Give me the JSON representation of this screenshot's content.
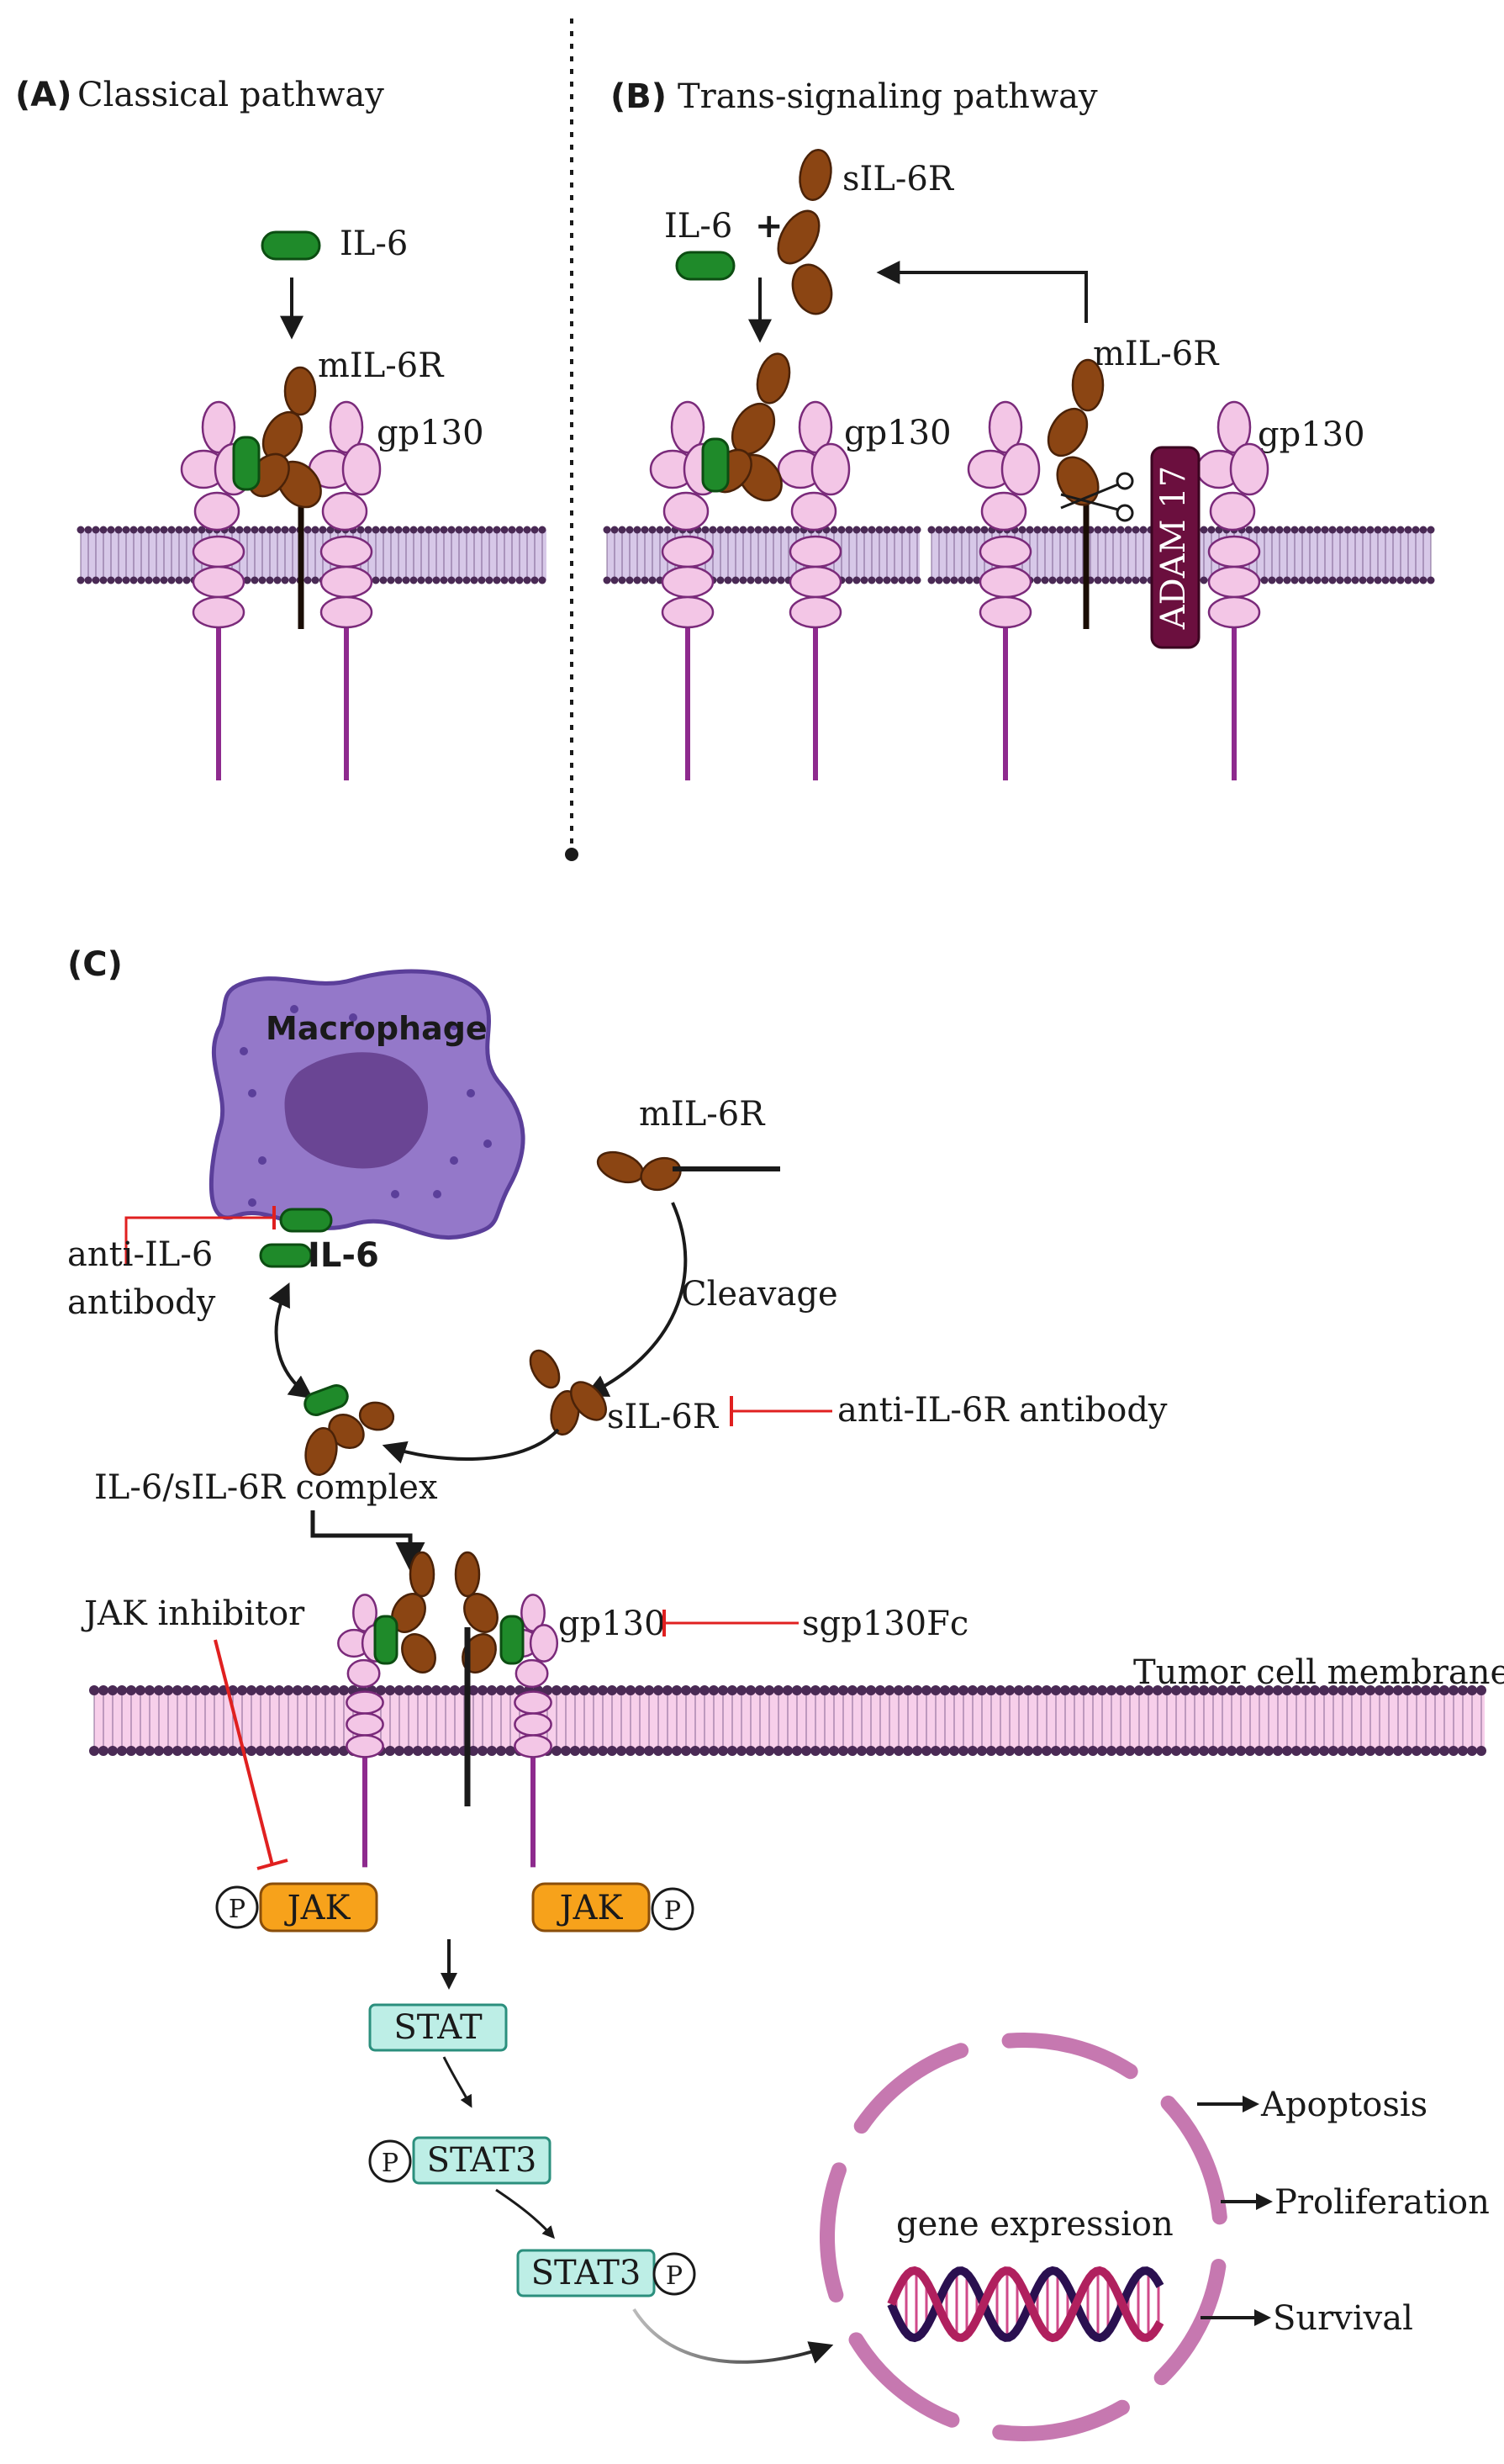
{
  "panel_a": {
    "letter": "(A)",
    "title": "Classical pathway",
    "il6": "IL-6",
    "mil6r": "mIL-6R",
    "gp130": "gp130"
  },
  "panel_b": {
    "letter": "(B)",
    "title": "Trans-signaling pathway",
    "sil6r": "sIL-6R",
    "il6": "IL-6",
    "plus": "+",
    "mil6r": "mIL-6R",
    "gp130_left": "gp130",
    "gp130_right": "gp130",
    "adam17": "ADAM 17"
  },
  "panel_c": {
    "letter": "(C)",
    "macrophage": "Macrophage",
    "mil6r": "mIL-6R",
    "cleavage": "Cleavage",
    "il6": "IL-6",
    "anti_il6_line1": "anti-IL-6",
    "anti_il6_line2": "antibody",
    "sil6r": "sIL-6R",
    "anti_il6r": "anti-IL-6R antibody",
    "complex": "IL-6/sIL-6R complex",
    "jak_inhibitor": "JAK inhibitor",
    "gp130": "gp130",
    "sgp130fc": "sgp130Fc",
    "tumor_membrane": "Tumor cell membrane",
    "jak_left": "JAK",
    "jak_right": "JAK",
    "p": "P",
    "stat": "STAT",
    "stat3_a": "STAT3",
    "stat3_b": "STAT3",
    "gene_expression": "gene expression",
    "apoptosis": "Apoptosis",
    "proliferation": "Proliferation",
    "survival": "Survival"
  },
  "colors": {
    "il6_green": "#1f8a2a",
    "receptor_brown": "#8b4513",
    "gp130_pink": "#f3c6e6",
    "gp130_stalk": "#8e2a8e",
    "membrane_lavender": "#b79ad6",
    "membrane_pink": "#f0a8d8",
    "adam17": "#6b0f3e",
    "jak_orange": "#f7a21b",
    "stat_teal": "#bdeee6",
    "macrophage": "#9478c9",
    "inhibit_red": "#e02020"
  }
}
